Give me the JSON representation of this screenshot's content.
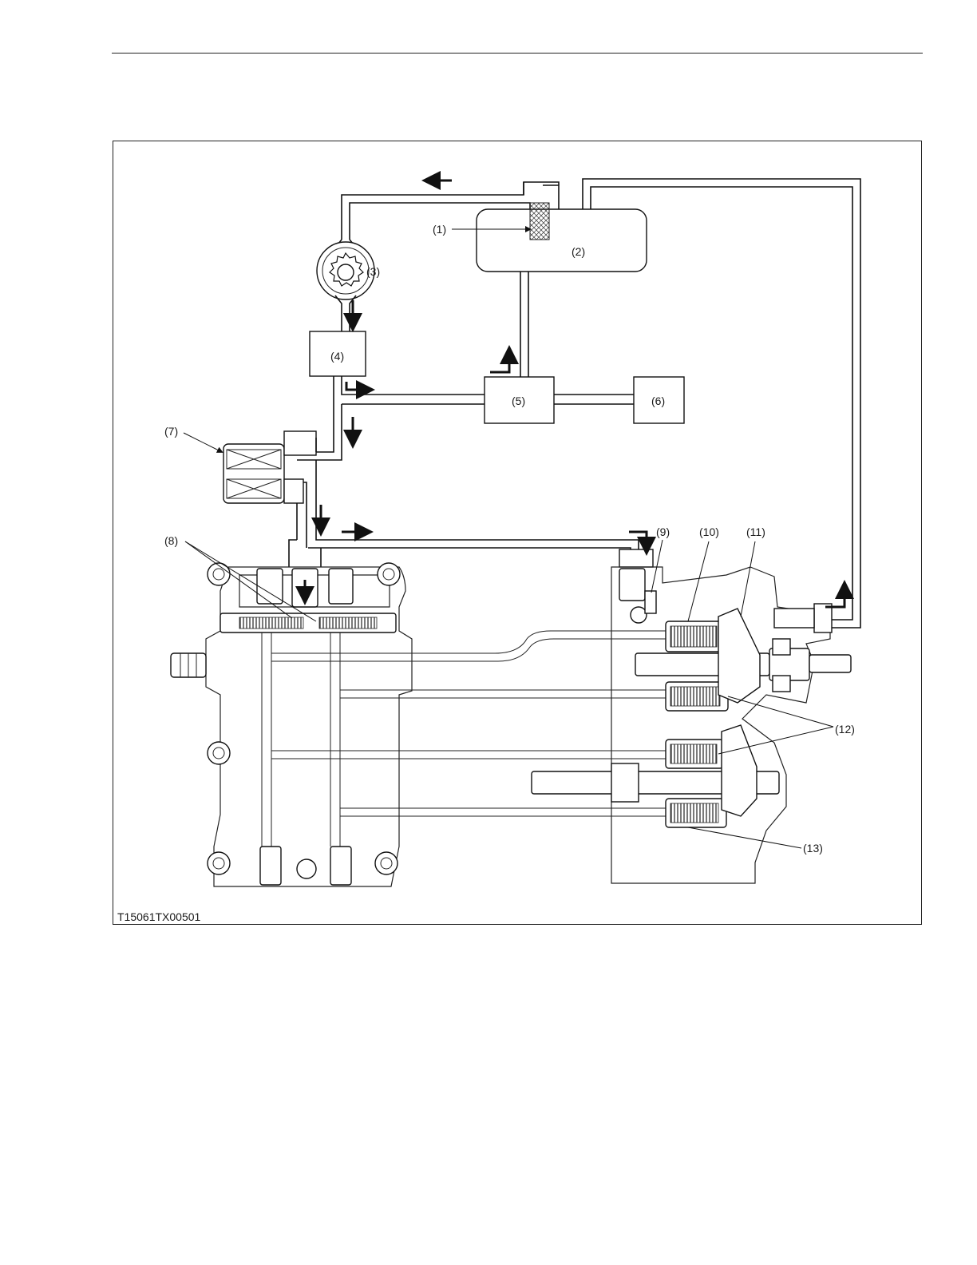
{
  "page": {
    "figure_code": "T15061TX00501"
  },
  "diagram": {
    "callouts": {
      "c1": "(1)",
      "c2": "(2)",
      "c3": "(3)",
      "c4": "(4)",
      "c5": "(5)",
      "c6": "(6)",
      "c7": "(7)",
      "c8": "(8)",
      "c9": "(9)",
      "c10": "(10)",
      "c11": "(11)",
      "c12": "(12)",
      "c13": "(13)"
    }
  }
}
